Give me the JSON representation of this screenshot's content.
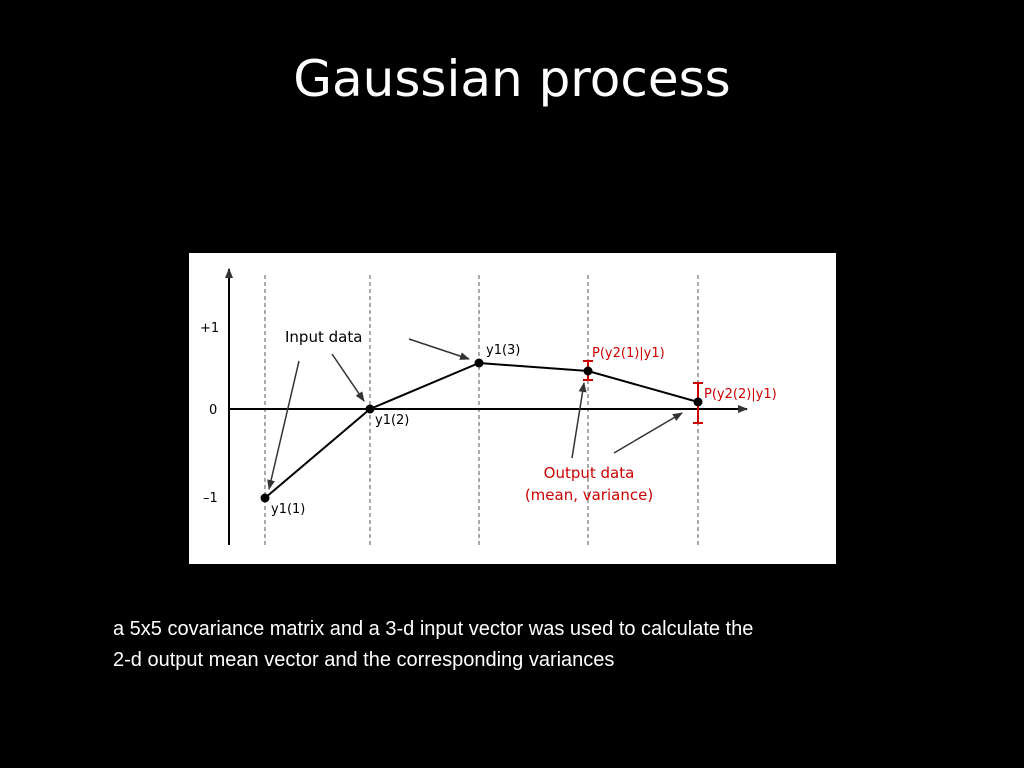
{
  "slide": {
    "title": "Gaussian process",
    "caption_lines": [
      "a 5x5 covariance matrix and a 3-d input vector was used to calculate the",
      "2-d output mean vector and the corresponding variances"
    ]
  },
  "figure": {
    "y_ticks": [
      "+1",
      "0",
      "–1"
    ],
    "points": [
      {
        "label": "y1(1)",
        "value": -1
      },
      {
        "label": "y1(2)",
        "value": 0
      },
      {
        "label": "y1(3)",
        "value": 0.55
      },
      {
        "label": "P(y2(1)|y1)",
        "value": 0.45
      },
      {
        "label": "P(y2(2)|y1)",
        "value": 0.08
      }
    ],
    "annotations": {
      "input_data": "Input data",
      "output_data_line1": "Output data",
      "output_data_line2": "(mean, variance)"
    },
    "colors": {
      "output": "#cc0000",
      "line": "#000000",
      "background": "#ffffff",
      "slide_background": "#000000",
      "text": "#ffffff"
    }
  }
}
